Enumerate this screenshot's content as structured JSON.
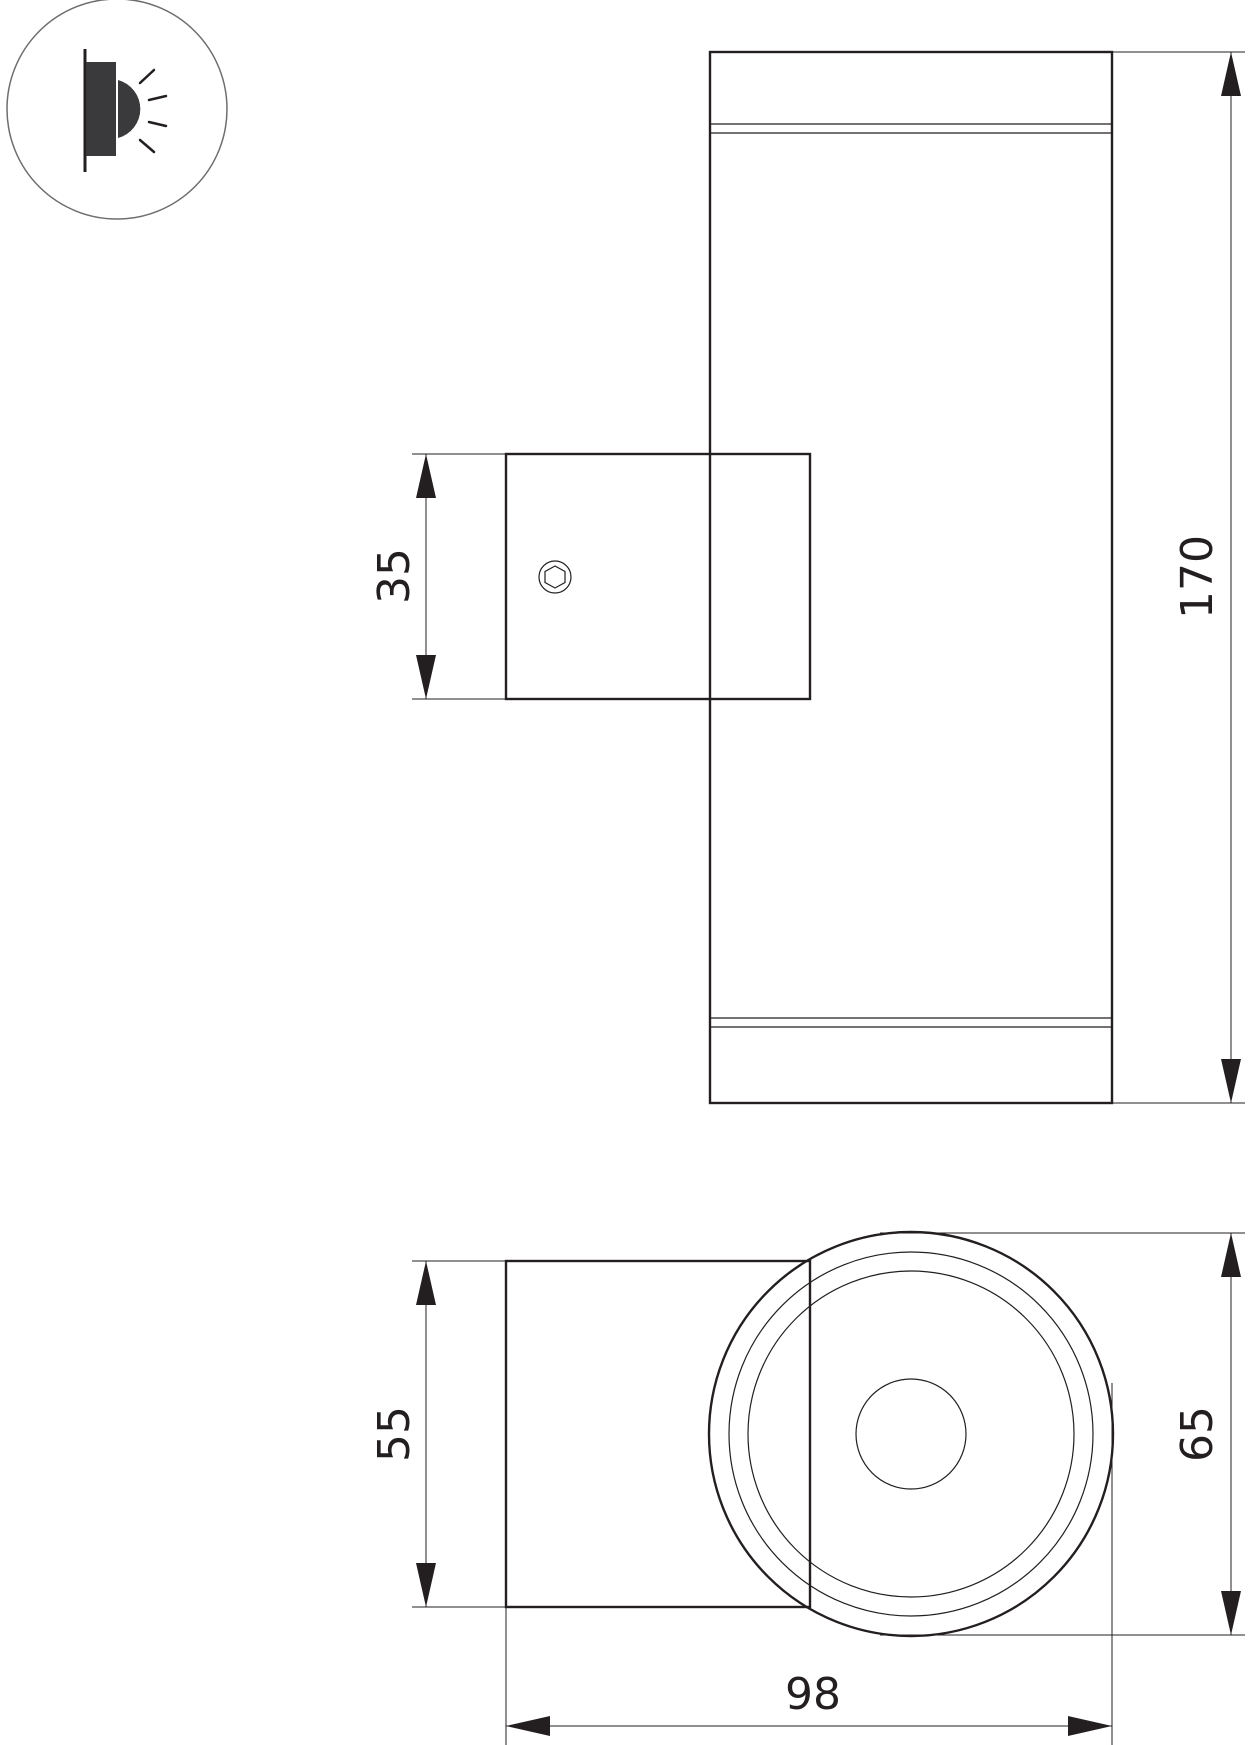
{
  "icon": {
    "name": "wall-light-icon",
    "description_symbol": "wall-mounted-luminaire"
  },
  "dimensions": {
    "total_height": "170",
    "mount_block_height": "35",
    "side_block_height": "55",
    "head_diameter": "65",
    "total_depth": "98"
  },
  "colors": {
    "line": "#231f20",
    "icon_outline": "#6d6e71"
  }
}
